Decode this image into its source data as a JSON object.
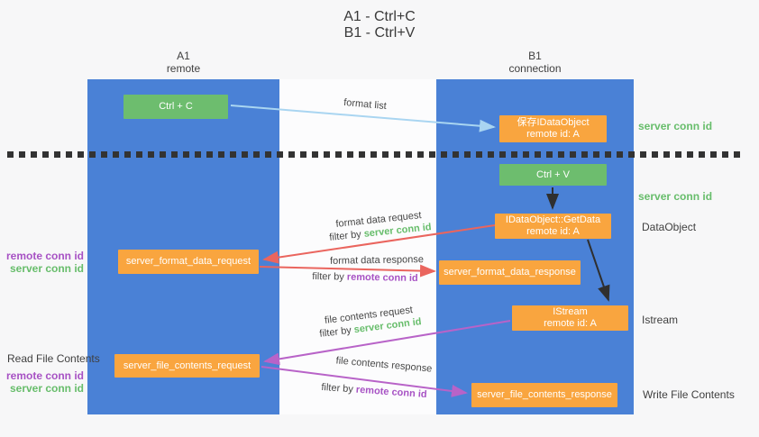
{
  "title": {
    "line1": "A1 - Ctrl+C",
    "line2": "B1 - Ctrl+V"
  },
  "columns": {
    "a1": {
      "id": "A1",
      "role": "remote"
    },
    "b1": {
      "id": "B1",
      "role": "connection"
    }
  },
  "nodes": {
    "ctrl_c": {
      "label": "Ctrl + C"
    },
    "ctrl_v": {
      "label": "Ctrl + V"
    },
    "save_dataobject": {
      "line1": "保存IDataObject",
      "line2": "remote id: A"
    },
    "getdata": {
      "line1": "IDataObject::GetData",
      "line2": "remote id: A"
    },
    "istream": {
      "line1": "IStream",
      "line2": "remote id: A"
    },
    "server_format_data_request": {
      "label": "server_format_data_request"
    },
    "server_format_data_response": {
      "label": "server_format_data_response"
    },
    "server_file_contents_request": {
      "label": "server_file_contents_request"
    },
    "server_file_contents_response": {
      "label": "server_file_contents_response"
    }
  },
  "arrow_labels": {
    "format_list": "format list",
    "format_data_request": "format data request",
    "format_data_response": "format data response",
    "file_contents_request": "file contents request",
    "file_contents_response": "file contents response",
    "filter_by": "filter by",
    "server_conn_id": "server conn id",
    "remote_conn_id": "remote conn id"
  },
  "side_labels": {
    "left": {
      "remote_conn_id": "remote conn id",
      "server_conn_id": "server conn id",
      "read_file_contents": "Read File Contents"
    },
    "right": {
      "server_conn_id_top": "server conn id",
      "server_conn_id_mid": "server conn id",
      "dataobject": "DataObject",
      "istream": "Istream",
      "write_file_contents": "Write File Contents"
    }
  },
  "colors": {
    "pillar_blue": "#4a81d6",
    "box_green": "#6dbd6e",
    "box_orange": "#f9a53f",
    "arrow_blue": "#a9d5f1",
    "arrow_red": "#ea655e",
    "arrow_purple": "#b863c8",
    "arrow_black": "#2f2f2f",
    "text_green": "#67bd6b",
    "text_purple": "#a752c4",
    "dotted_line": "#333333"
  }
}
